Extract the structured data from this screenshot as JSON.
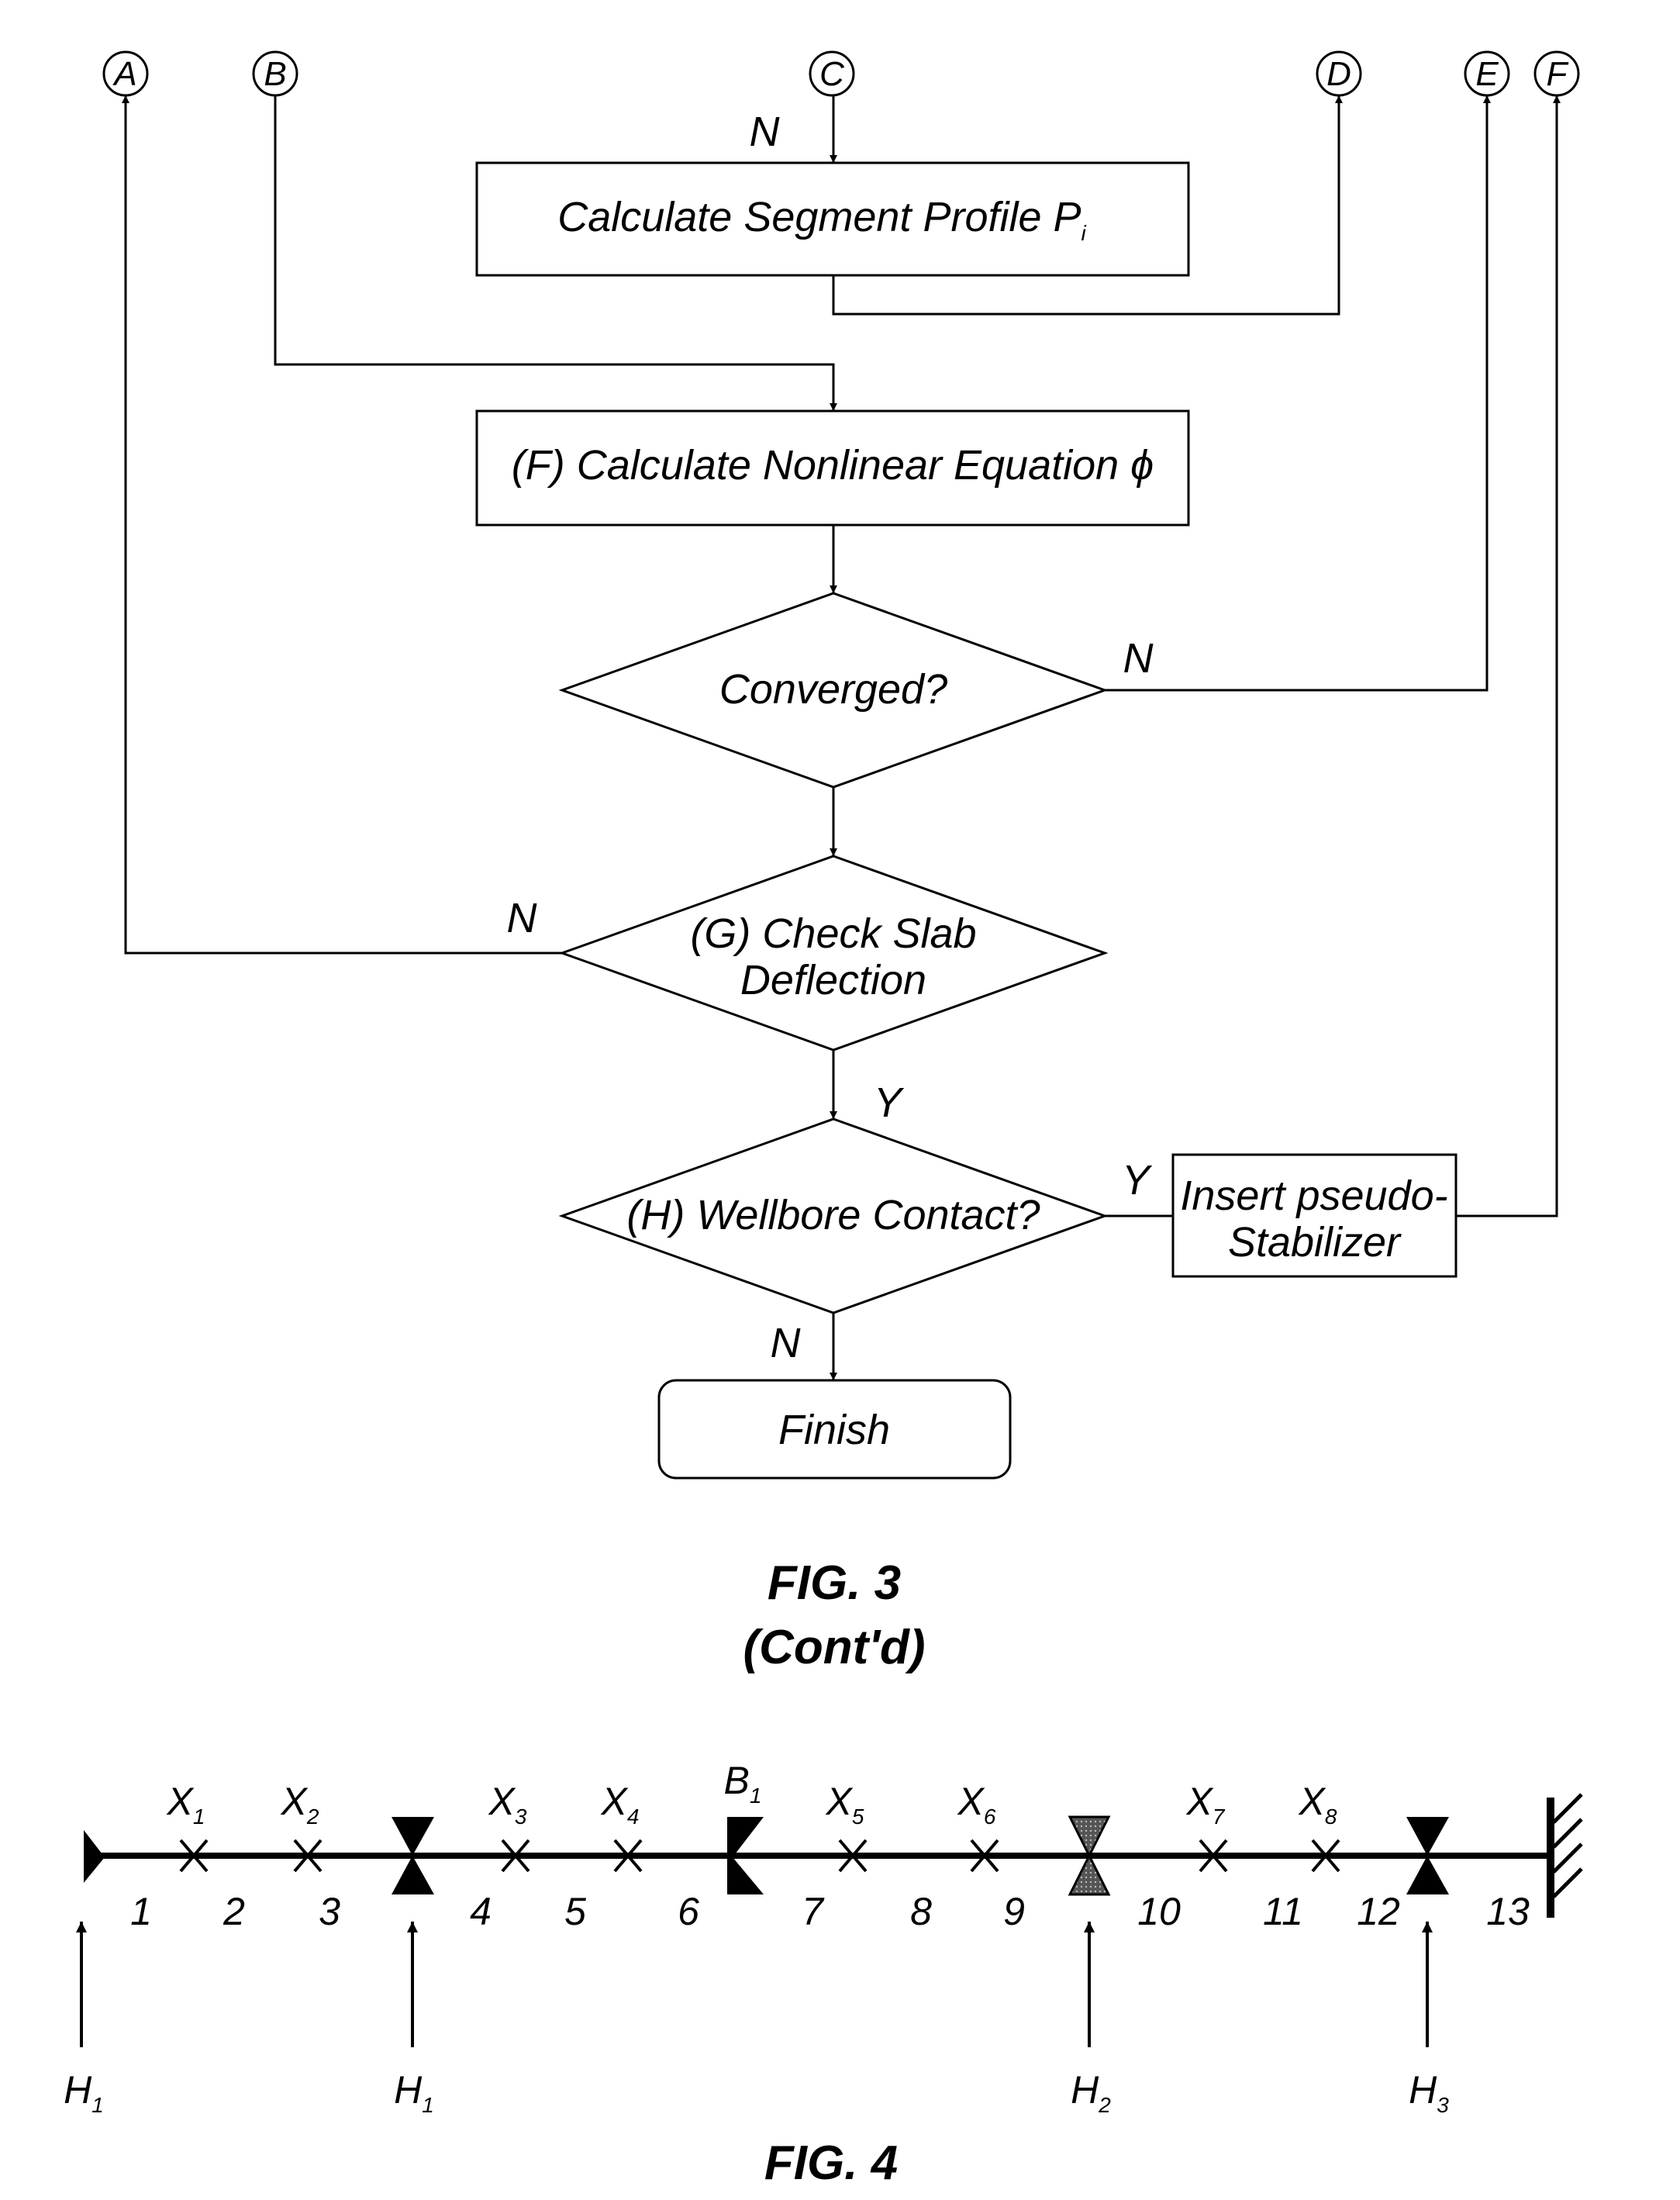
{
  "connectors": {
    "a": "A",
    "b": "B",
    "c": "C",
    "d": "D",
    "e": "E",
    "f": "F"
  },
  "flowchart": {
    "calc_segment_profile": "Calculate Segment Profile P",
    "calc_segment_profile_sub": "i",
    "calc_nonlinear": "(F) Calculate Nonlinear Equation ϕ",
    "converged": "Converged?",
    "check_slab_line1": "(G) Check Slab",
    "check_slab_line2": "Deflection",
    "wellbore_contact": "(H) Wellbore Contact?",
    "insert_stab_line1": "Insert pseudo-",
    "insert_stab_line2": "Stabilizer",
    "finish": "Finish",
    "label_n_top": "N",
    "label_n_converged": "N",
    "label_n_slab": "N",
    "label_y_slab": "Y",
    "label_y_wellbore": "Y",
    "label_n_wellbore": "N"
  },
  "fig3": {
    "caption": "FIG. 3",
    "subcaption": "(Cont'd)"
  },
  "fig4": {
    "caption": "FIG. 4",
    "x_markers": [
      {
        "label": "X",
        "sub": "1"
      },
      {
        "label": "X",
        "sub": "2"
      },
      {
        "label": "X",
        "sub": "3"
      },
      {
        "label": "X",
        "sub": "4"
      },
      {
        "label": "X",
        "sub": "5"
      },
      {
        "label": "X",
        "sub": "6"
      },
      {
        "label": "X",
        "sub": "7"
      },
      {
        "label": "X",
        "sub": "8"
      }
    ],
    "b_marker": {
      "label": "B",
      "sub": "1"
    },
    "segment_numbers": [
      "1",
      "2",
      "3",
      "4",
      "5",
      "6",
      "7",
      "8",
      "9",
      "10",
      "11",
      "12",
      "13"
    ],
    "h_labels": [
      {
        "label": "H",
        "sub": "1"
      },
      {
        "label": "H",
        "sub": "1"
      },
      {
        "label": "H",
        "sub": "2"
      },
      {
        "label": "H",
        "sub": "3"
      }
    ]
  }
}
